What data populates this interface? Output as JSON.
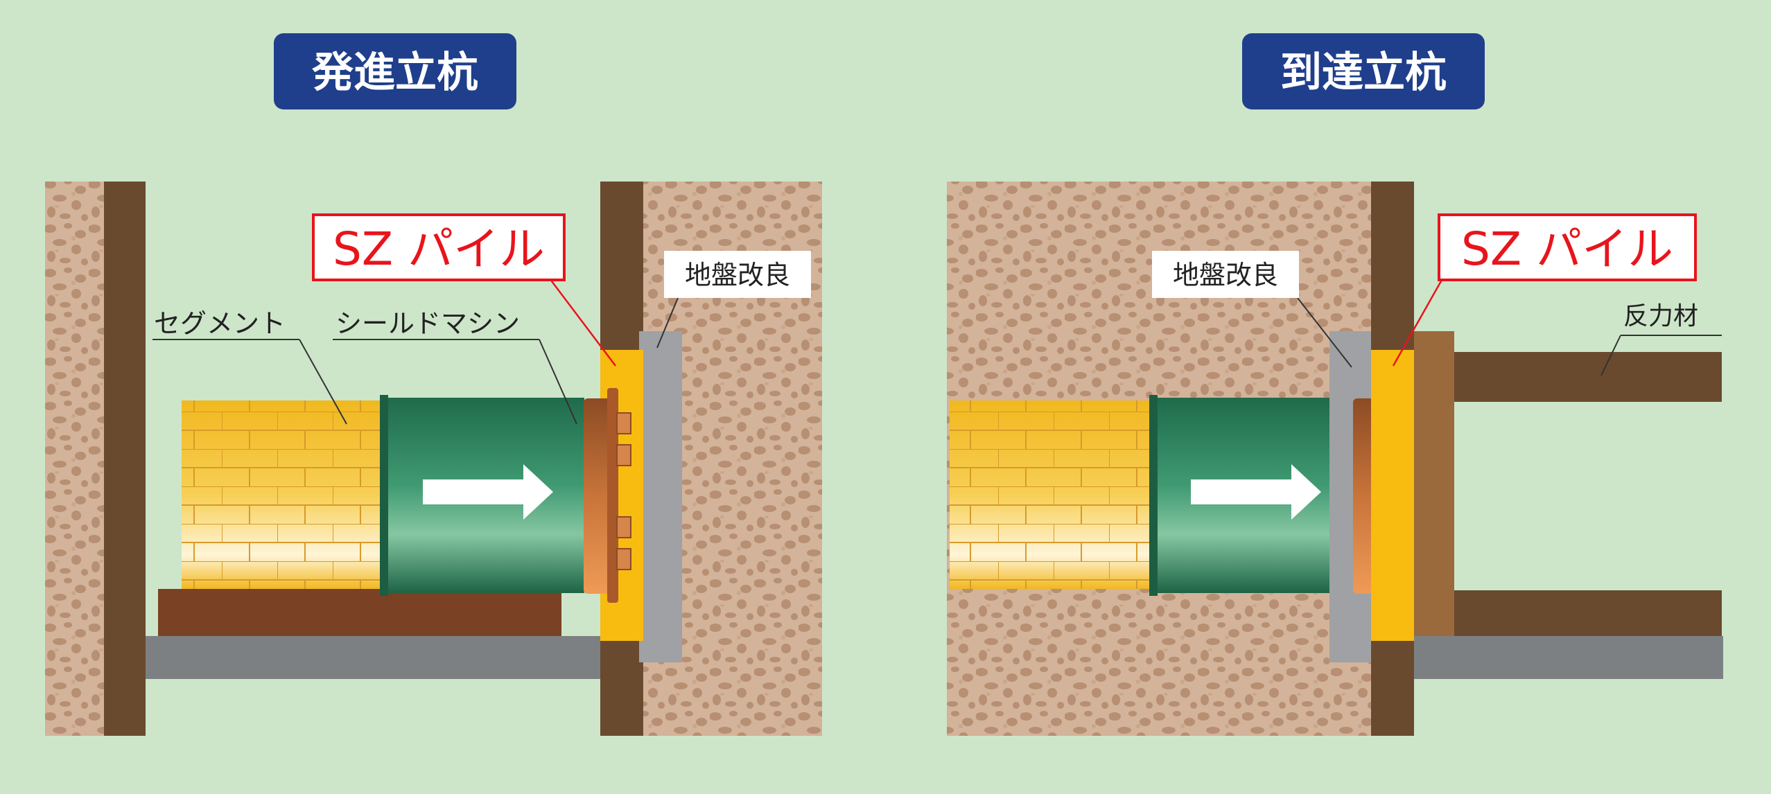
{
  "left_panel": {
    "title": "発進立杭",
    "sz_pile_label": "SZ パイル",
    "ground_improvement_label": "地盤改良",
    "segment_label": "セグメント",
    "shield_machine_label": "シールドマシン"
  },
  "right_panel": {
    "title": "到達立杭",
    "sz_pile_label": "SZ パイル",
    "ground_improvement_label": "地盤改良",
    "reaction_member_label": "反力材"
  },
  "colors": {
    "background": "#cde6ca",
    "title_badge": "#1f3f8c",
    "soil": "#d3b39a",
    "soil_speckle": "#b78f72",
    "wall": "#6a4a2f",
    "sz_pile": "#f8bb10",
    "ground_improvement": "#9fa1a4",
    "base_gray": "#7d8083",
    "cradle": "#7b4124",
    "machine_green": "#2a7a56",
    "segment_yellow": "#f3c128",
    "cutter_orange": "#c8743a",
    "callout_red": "#e8141c",
    "reaction_member": "#9b6a3c"
  }
}
